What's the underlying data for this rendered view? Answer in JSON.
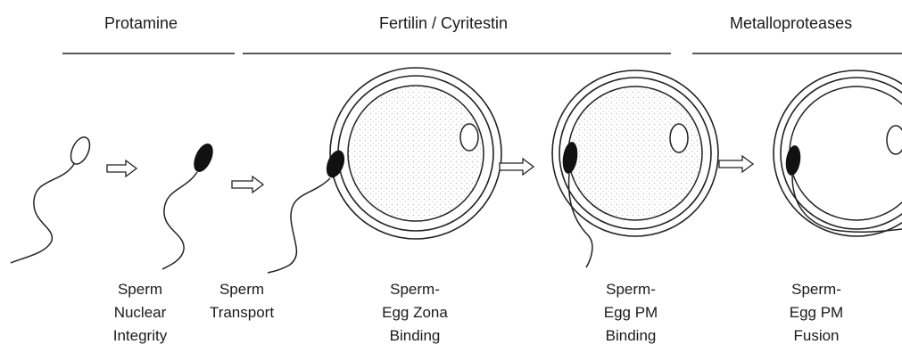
{
  "headers": {
    "protamine": "Protamine",
    "fertilin": "Fertilin / Cyritestin",
    "metalloproteases": "Metalloproteases"
  },
  "captions": [
    [
      "Sperm",
      "Nuclear",
      "Integrity"
    ],
    [
      "Sperm",
      "Transport"
    ],
    [
      "Sperm-",
      "Egg Zona",
      "Binding"
    ],
    [
      "Sperm-",
      "Egg PM",
      "Binding"
    ],
    [
      "Sperm-",
      "Egg PM",
      "Fusion"
    ]
  ]
}
